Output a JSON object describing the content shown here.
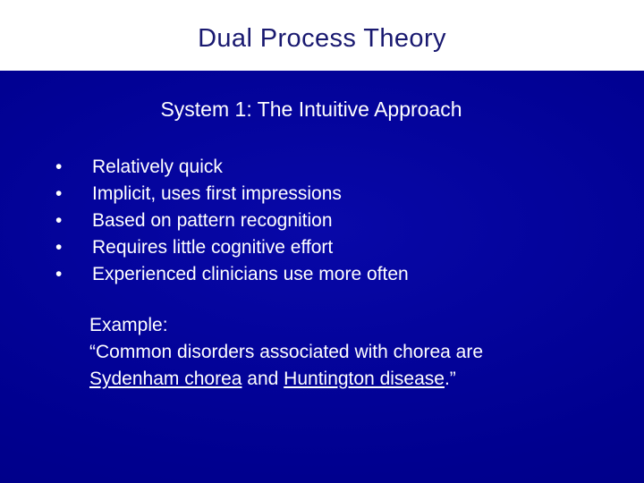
{
  "slide": {
    "title": "Dual Process Theory",
    "subtitle": "System 1: The Intuitive Approach",
    "bullet_marker": "•",
    "bullets": [
      "Relatively quick",
      "Implicit, uses first impressions",
      "Based on pattern recognition",
      "Requires little cognitive effort",
      "Experienced clinicians use more often"
    ],
    "example": {
      "heading": "Example:",
      "quote_line1": "“Common disorders associated with chorea are",
      "quote_line2_term1": "Sydenham chorea",
      "quote_line2_connector": " and ",
      "quote_line2_term2": "Huntington disease",
      "quote_line2_tail": ".”"
    }
  },
  "colors": {
    "title_text": "#191970",
    "title_band_background": "#ffffff",
    "body_background": "#000091",
    "body_text": "#ffffff"
  }
}
